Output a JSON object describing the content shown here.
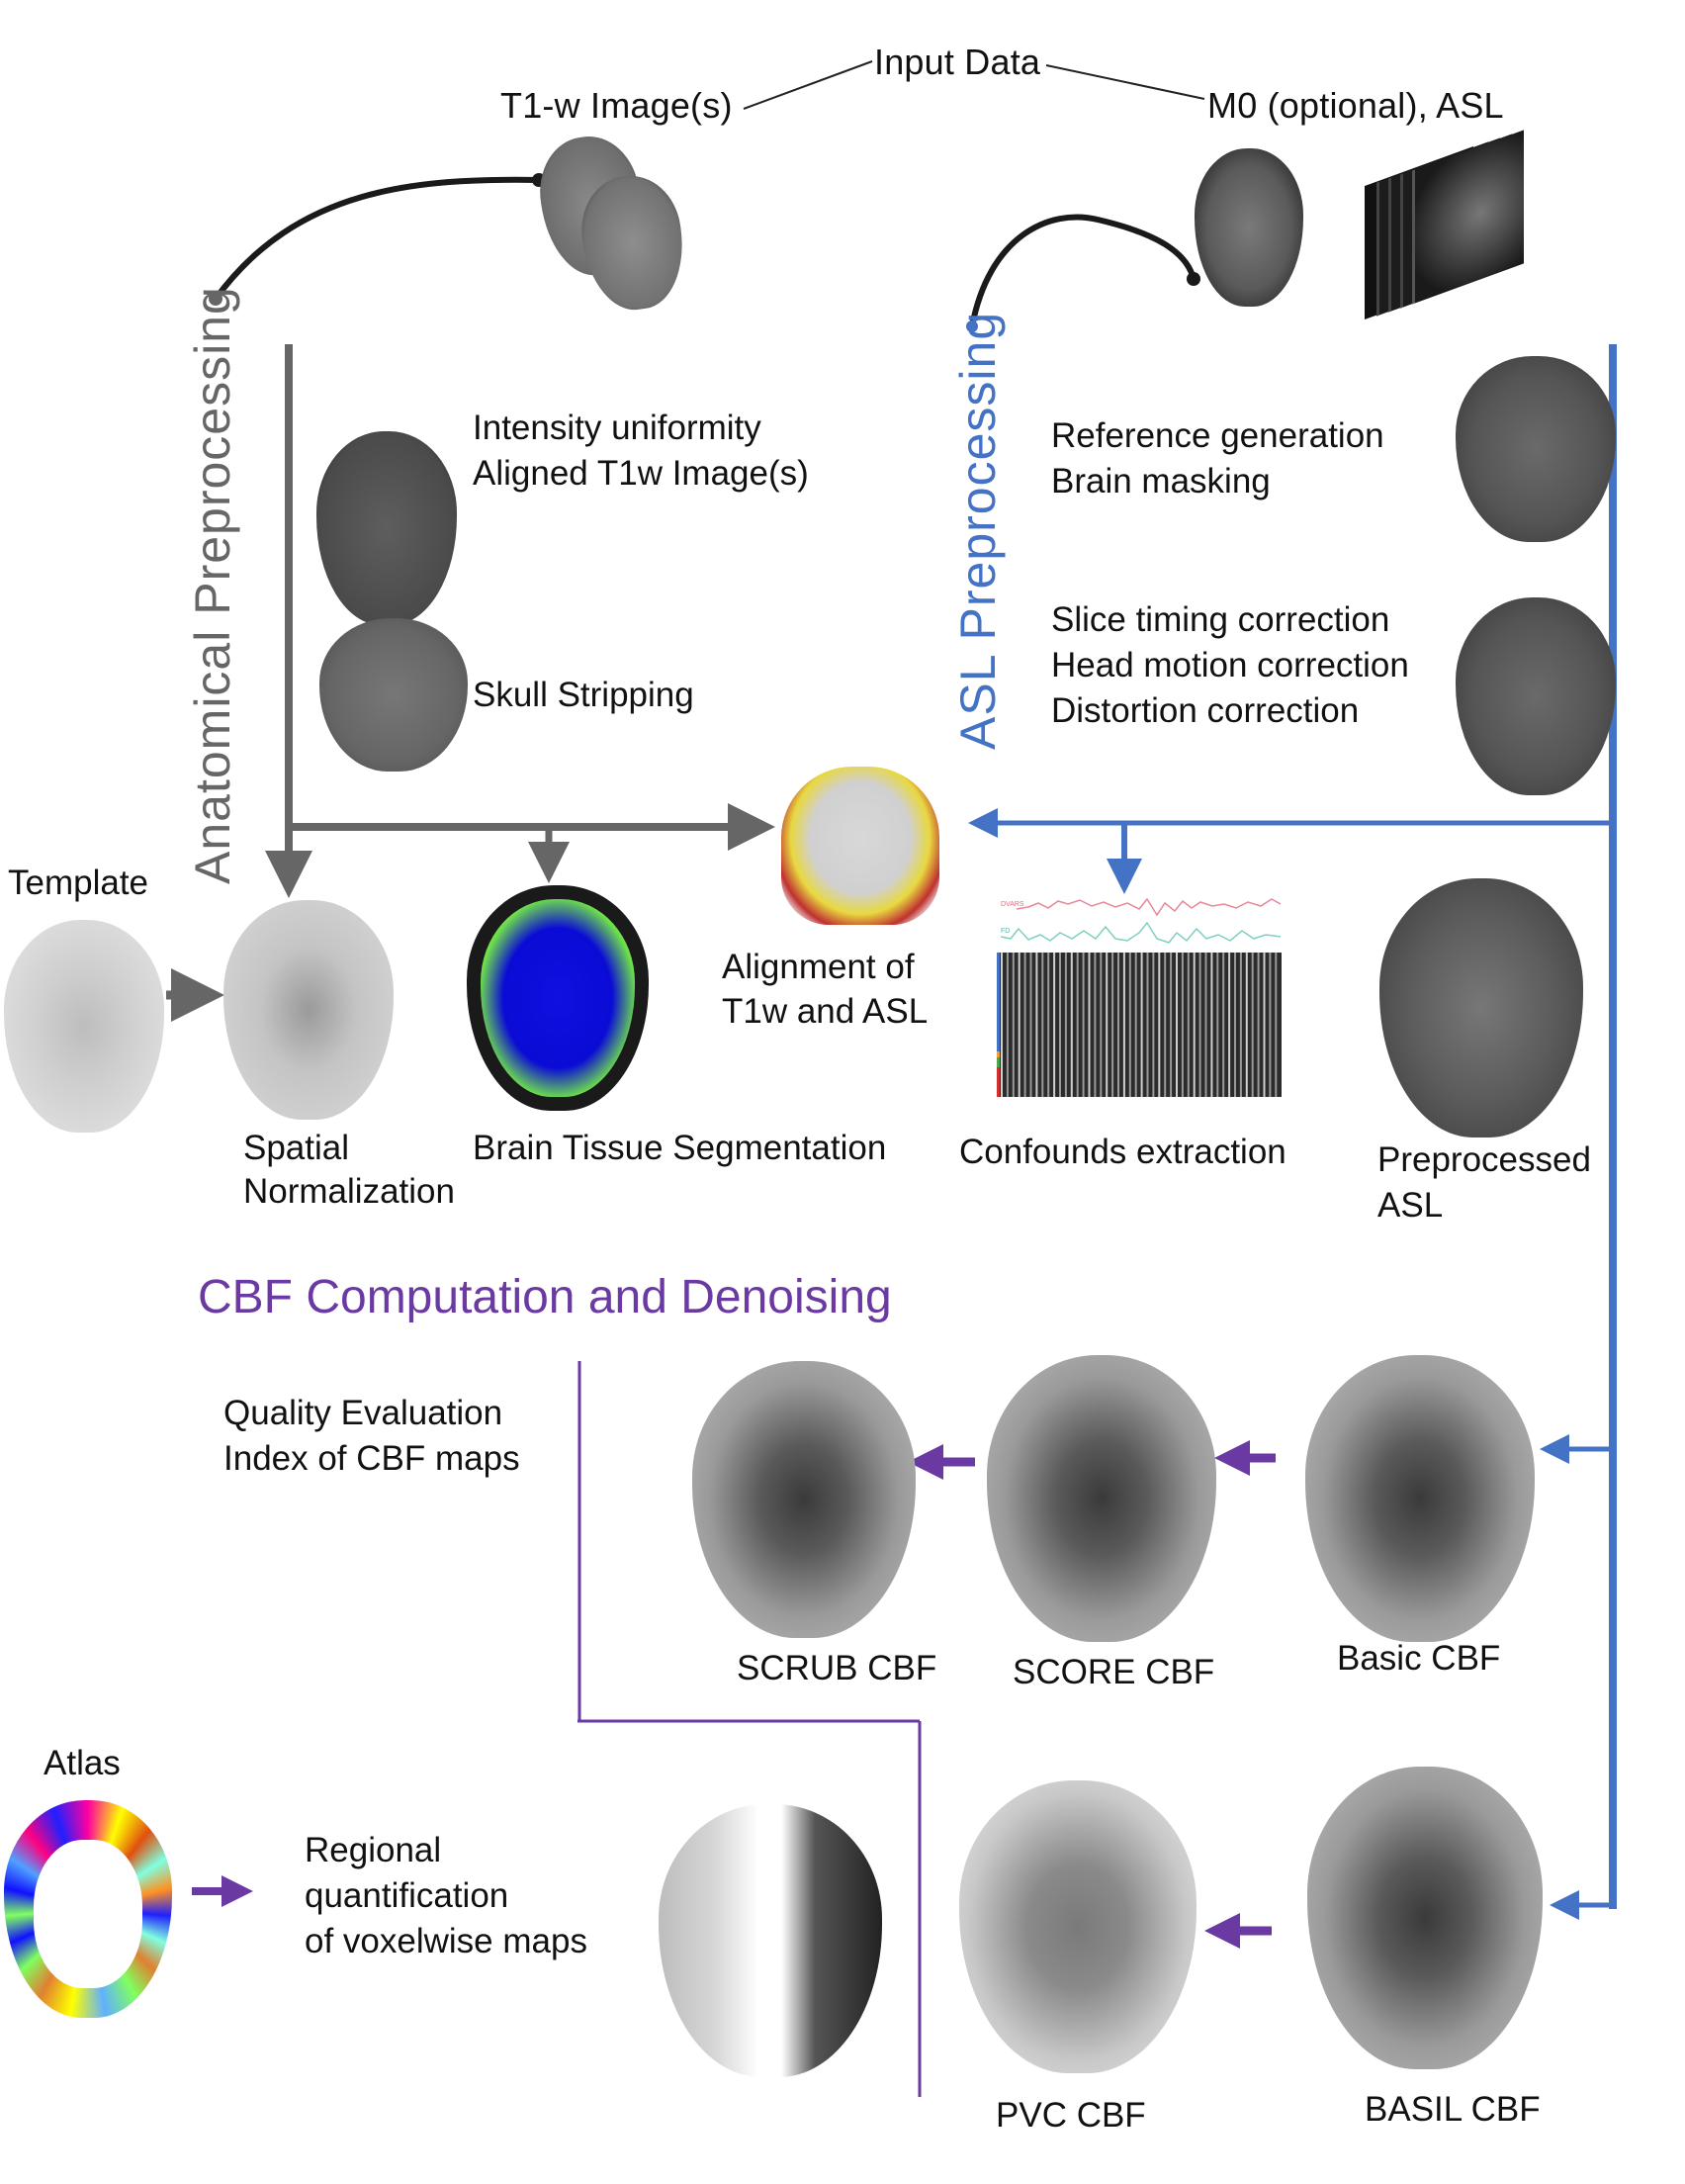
{
  "input": {
    "title": "Input Data",
    "t1_label": "T1-w Image(s)",
    "asl_label": "M0 (optional), ASL"
  },
  "anatomical": {
    "section_title": "Anatomical Preprocessing",
    "steps": [
      {
        "label_lines": [
          "Intensity uniformity",
          "Aligned T1w Image(s)"
        ]
      },
      {
        "label_lines": [
          "Skull Stripping"
        ]
      }
    ],
    "template_label": "Template",
    "spatial_normalization_lines": [
      "Spatial",
      "Normalization"
    ],
    "segmentation_label": "Brain Tissue Segmentation",
    "alignment_lines": [
      "Alignment of",
      "T1w and ASL"
    ]
  },
  "asl": {
    "section_title": "ASL Preprocessing",
    "steps": [
      {
        "label_lines": [
          "Reference generation",
          "Brain masking"
        ]
      },
      {
        "label_lines": [
          "Slice timing correction",
          "Head motion correction",
          "Distortion correction"
        ]
      }
    ],
    "confounds_label": "Confounds extraction",
    "confounds_plot": {
      "trace_labels": [
        "DVARS",
        "FD"
      ]
    },
    "preprocessed_lines": [
      "Preprocessed",
      "ASL"
    ]
  },
  "cbf": {
    "section_title": "CBF Computation and Denoising",
    "quality_lines": [
      "Quality Evaluation",
      "Index of CBF maps"
    ],
    "maps_row1": [
      "SCRUB CBF",
      "SCORE CBF",
      "Basic CBF"
    ],
    "maps_row2": [
      "PVC CBF",
      "BASIL CBF"
    ],
    "atlas_label": "Atlas",
    "regional_lines": [
      "Regional",
      "quantification",
      "of voxelwise maps"
    ]
  },
  "colors": {
    "anatomical_gray": "#666666",
    "asl_blue": "#4472c4",
    "cbf_purple": "#6a3aa2",
    "connector_black": "#1a1a1a"
  }
}
